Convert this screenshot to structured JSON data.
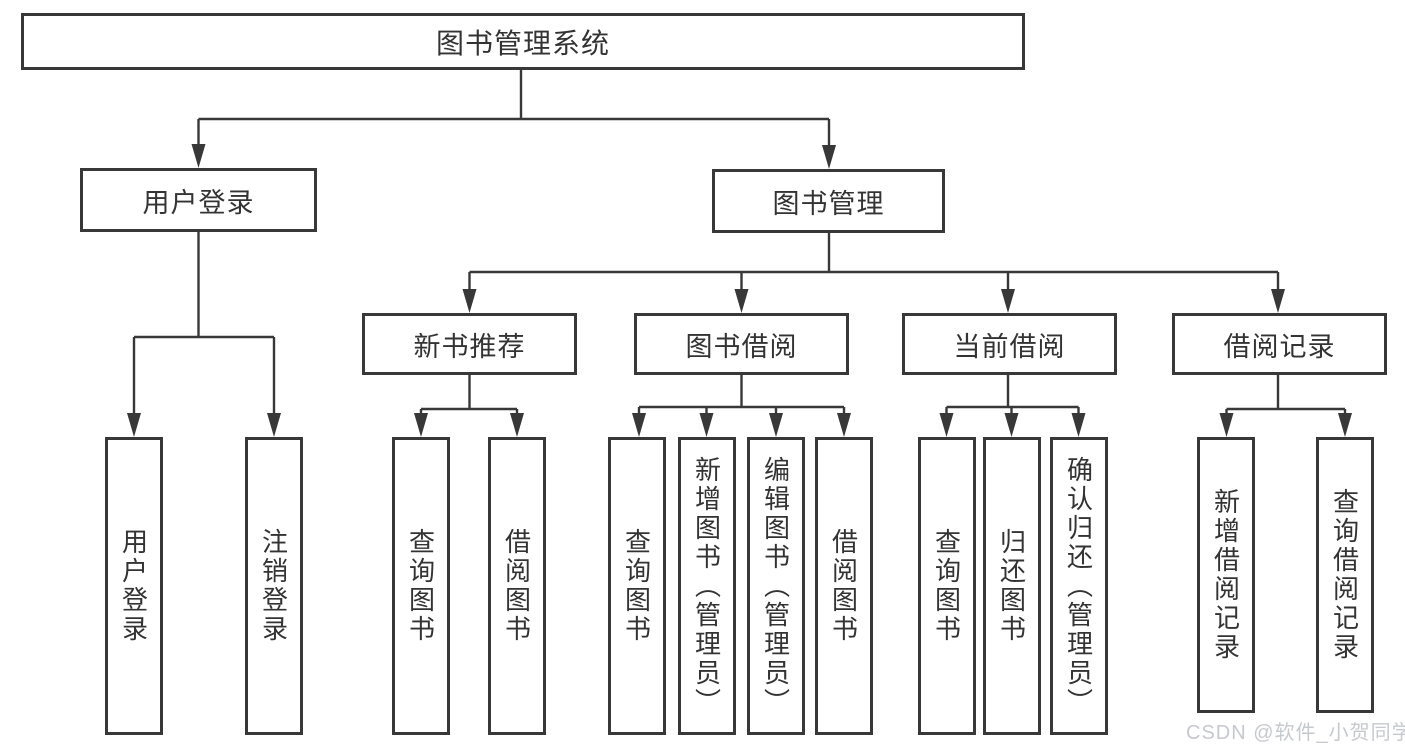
{
  "tree": {
    "root": "图书管理系统",
    "branches": [
      {
        "label": "用户登录",
        "children": [
          "用户登录",
          "注销登录"
        ]
      },
      {
        "label": "图书管理",
        "sections": [
          {
            "label": "新书推荐",
            "children": [
              "查询图书",
              "借阅图书"
            ]
          },
          {
            "label": "图书借阅",
            "children": [
              "查询图书",
              "新增图书（管理员）",
              "编辑图书（管理员）",
              "借阅图书"
            ]
          },
          {
            "label": "当前借阅",
            "children": [
              "查询图书",
              "归还图书",
              "确认归还（管理员）"
            ]
          },
          {
            "label": "借阅记录",
            "children": [
              "新增借阅记录",
              "查询借阅记录"
            ]
          }
        ]
      }
    ]
  },
  "watermark": "CSDN @软件_小贺同学",
  "colors": {
    "line": "#383838",
    "text": "#333333",
    "watermark": "#c6c9ce",
    "background": "#ffffff"
  }
}
